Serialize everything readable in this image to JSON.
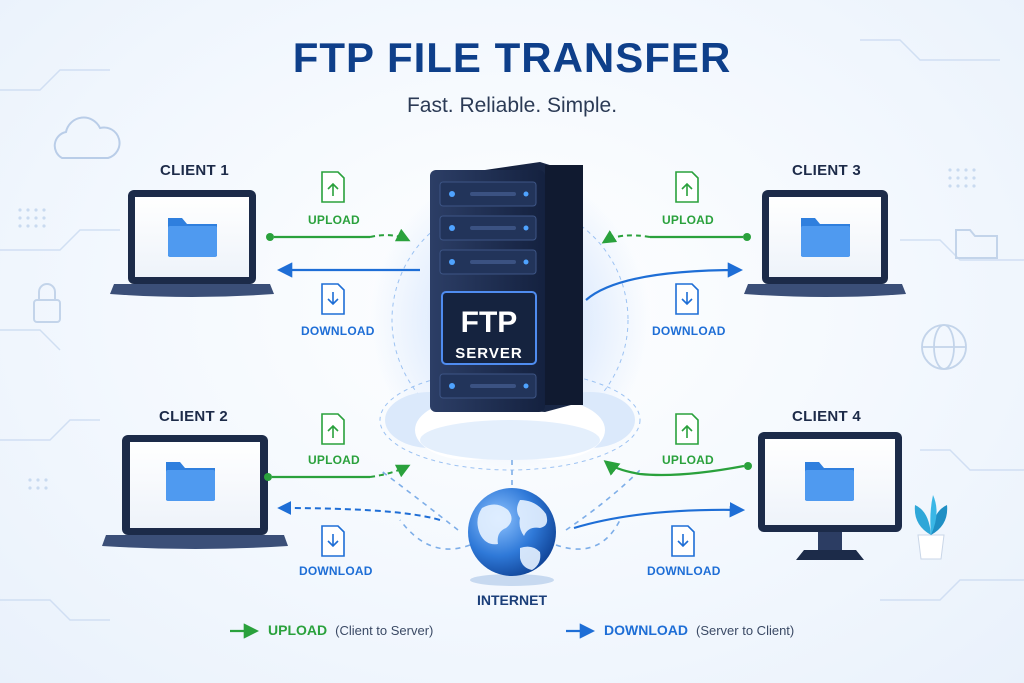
{
  "header": {
    "title": "FTP FILE TRANSFER",
    "subtitle": "Fast. Reliable. Simple."
  },
  "server": {
    "line1": "FTP",
    "line2": "SERVER"
  },
  "clients": [
    {
      "label": "CLIENT 1",
      "device": "laptop"
    },
    {
      "label": "CLIENT 2",
      "device": "laptop"
    },
    {
      "label": "CLIENT 3",
      "device": "laptop"
    },
    {
      "label": "CLIENT 4",
      "device": "desktop-monitor"
    }
  ],
  "flows": {
    "upload_label": "UPLOAD",
    "download_label": "DOWNLOAD"
  },
  "internet": {
    "label": "INTERNET"
  },
  "legend": {
    "upload": {
      "label": "UPLOAD",
      "note": "(Client to Server)"
    },
    "download": {
      "label": "DOWNLOAD",
      "note": "(Server to Client)"
    }
  },
  "colors": {
    "upload": "#2aa13c",
    "download": "#1e6ed6",
    "title": "#0e3f8a",
    "server": "#1c2b4d",
    "folder": "#3f8fe8"
  },
  "icons": [
    "folder-icon",
    "upload-file-icon",
    "download-file-icon",
    "globe-icon",
    "cloud-icon",
    "lock-icon",
    "plant-icon"
  ]
}
